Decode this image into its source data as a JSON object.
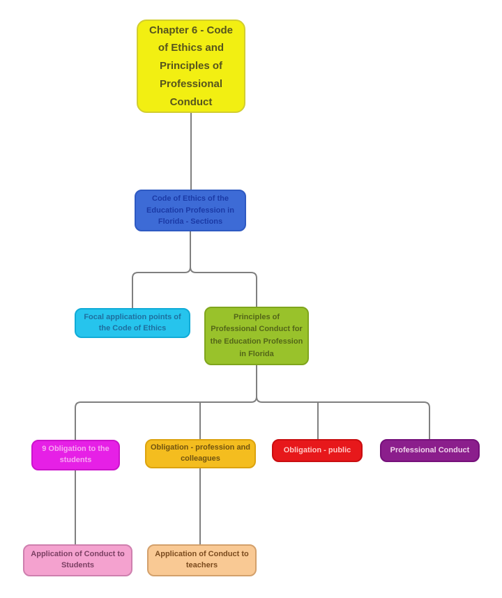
{
  "diagram": {
    "type": "concept-map",
    "topic": "Chapter 6 - Code of Ethics and Principles of Professional Conduct",
    "connector_color": "#7f7f7f",
    "nodes": [
      {
        "id": "chapter",
        "label": "Chapter 6 - Code of Ethics and Principles of Professional Conduct",
        "bg": "#F2EF12",
        "border": "#D2CE2E",
        "text": "#56541E"
      },
      {
        "id": "sections",
        "label": "Code of Ethics of the Education Profession in Florida - Sections",
        "bg": "#3D6BD6",
        "border": "#2E59C2",
        "text": "#1B3AA6"
      },
      {
        "id": "focal",
        "label": "Focal application points of the Code of Ethics",
        "bg": "#26C4ED",
        "border": "#10ABD7",
        "text": "#1E6F9F"
      },
      {
        "id": "principles",
        "label": "Principles of Professional Conduct for the Education Profession in Florida",
        "bg": "#99C22B",
        "border": "#7FA51C",
        "text": "#536618"
      },
      {
        "id": "students",
        "label": "9 Obligation to the students",
        "bg": "#E620E6",
        "border": "#CC12CC",
        "text": "#F7A7F2"
      },
      {
        "id": "profession",
        "label": "Obligation - profession and colleagues",
        "bg": "#F4BD1F",
        "border": "#DCA30E",
        "text": "#715410"
      },
      {
        "id": "public",
        "label": "Obligation - public",
        "bg": "#E7181B",
        "border": "#C90D10",
        "text": "#FFC9C6"
      },
      {
        "id": "conduct",
        "label": "Professional Conduct",
        "bg": "#8B1E8C",
        "border": "#75107A",
        "text": "#F0D4EC"
      },
      {
        "id": "app_students",
        "label": "Application of Conduct to Students",
        "bg": "#F4A2CF",
        "border": "#CE7FAE",
        "text": "#7B4063"
      },
      {
        "id": "app_teachers",
        "label": "Application of Conduct to teachers",
        "bg": "#F9C994",
        "border": "#D3A06B",
        "text": "#7B4B1E"
      }
    ],
    "edges": [
      [
        "chapter",
        "sections"
      ],
      [
        "sections",
        "focal"
      ],
      [
        "sections",
        "principles"
      ],
      [
        "principles",
        "students"
      ],
      [
        "principles",
        "profession"
      ],
      [
        "principles",
        "public"
      ],
      [
        "principles",
        "conduct"
      ],
      [
        "students",
        "app_students"
      ],
      [
        "profession",
        "app_teachers"
      ]
    ]
  }
}
